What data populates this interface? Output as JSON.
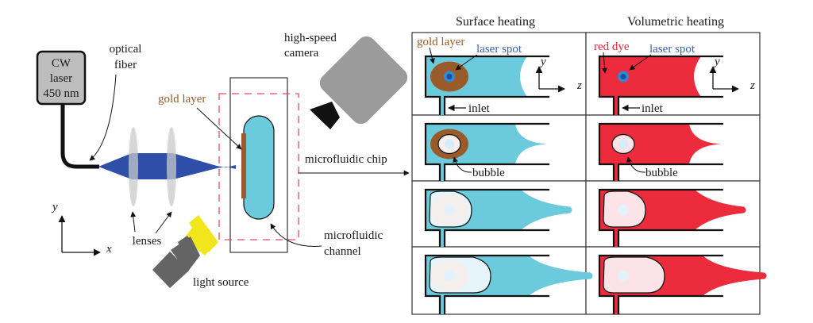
{
  "colors": {
    "beam": "#2e4ea8",
    "lens": "#c9c9c9",
    "channel_fill": "#6bcbdc",
    "gold": "#9a5b2a",
    "red_dye": "#ec2b3c",
    "camera": "#9b9b9b",
    "light": "#f1e61c",
    "lamp": "#636463",
    "laser_box": "#bdbdbd",
    "bubble": "#f5eeea",
    "bubble_red": "#fbe3e8",
    "spot_outer": "#2f8ad6",
    "spot_inner": "#1a4e9c"
  },
  "setup": {
    "laser_lines": [
      "CW",
      "laser",
      "450 nm"
    ],
    "optical_fiber_lines": [
      "optical",
      "fiber"
    ],
    "gold_layer": "gold layer",
    "high_speed_camera_lines": [
      "high-speed",
      "camera"
    ],
    "microfluidic_chip": "microfluidic chip",
    "microfluidic_channel_lines": [
      "microfluidic",
      "channel"
    ],
    "lenses": "lenses",
    "light_source": "light source",
    "axis_x": "x",
    "axis_y": "y"
  },
  "panels": {
    "surface_title": "Surface heating",
    "volumetric_title": "Volumetric heating",
    "surface_gold_layer": "gold layer",
    "laser_spot": "laser spot",
    "red_dye": "red dye",
    "inlet": "inlet",
    "bubble": "bubble",
    "axis_y": "y",
    "axis_z": "z"
  }
}
